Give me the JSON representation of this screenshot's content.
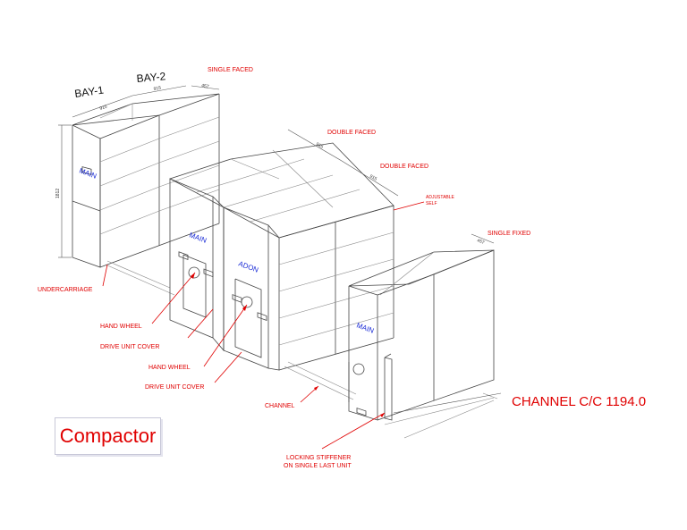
{
  "title": "Compactor",
  "labels": {
    "bay1": "BAY-1",
    "bay2": "BAY-2",
    "single_faced": "SINGLE FACED",
    "double_faced_1": "DOUBLE FACED",
    "double_faced_2": "DOUBLE FACED",
    "adjustable_self_1": "ADJUSTABLE",
    "adjustable_self_2": "SELF",
    "single_fixed": "SINGLE FIXED",
    "undercarriage": "UNDERCARRIAGE",
    "hand_wheel_1": "HAND WHEEL",
    "drive_unit_cover_1": "DRIVE UNIT COVER",
    "hand_wheel_2": "HAND WHEEL",
    "drive_unit_cover_2": "DRIVE UNIT COVER",
    "channel": "CHANNEL",
    "channel_cc": "CHANNEL C/C 1194.0",
    "locking_1": "LOCKING STIFFENER",
    "locking_2": "ON SINGLE LAST UNIT"
  },
  "unit_tags": {
    "main_1": "MAIN",
    "main_2": "MAIN",
    "addon": "ADON",
    "main_3": "MAIN"
  },
  "dimensions": {
    "bay_width_1": "915",
    "bay_width_2": "915",
    "depth_single": "457",
    "height": "1812",
    "double_width_1": "915",
    "double_width_2": "915",
    "depth_fixed": "457"
  },
  "colors": {
    "label": "#e00000",
    "tag": "#1a2bd6",
    "line": "#444444"
  }
}
